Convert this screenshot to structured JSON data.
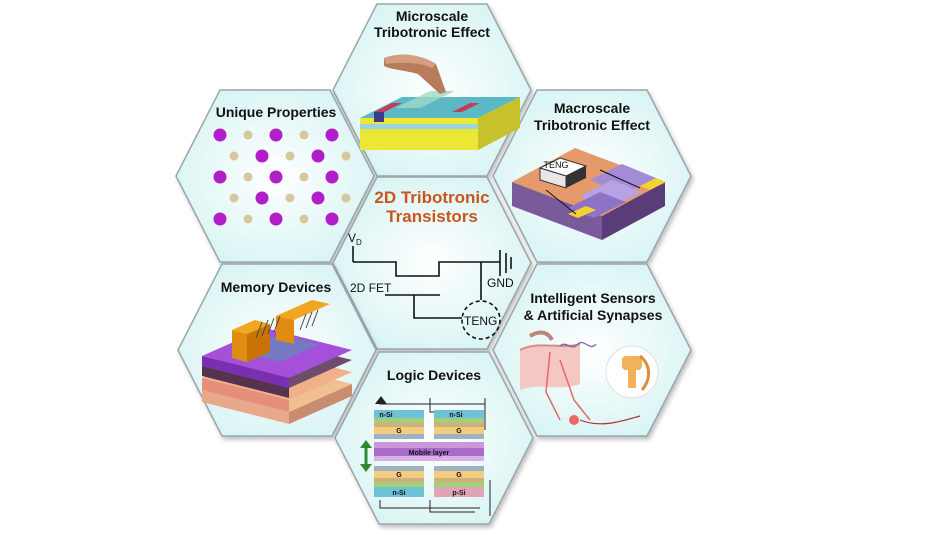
{
  "center": {
    "title_line1": "2D Tribotronic",
    "title_line2": "Transistors",
    "vd_label": "V",
    "vd_sub": "D",
    "gnd_label": "GND",
    "fet_label": "2D FET",
    "teng_label": "TENG"
  },
  "panels": {
    "microscale": {
      "line1": "Microscale",
      "line2": "Tribotronic Effect"
    },
    "macroscale": {
      "line1": "Macroscale",
      "line2": "Tribotronic Effect",
      "teng_block": "TENG"
    },
    "unique": {
      "line1": "Unique Properties"
    },
    "memory": {
      "line1": "Memory Devices"
    },
    "sensors": {
      "line1": "Intelligent Sensors",
      "line2": "& Artificial Synapses"
    },
    "logic": {
      "line1": "Logic Devices",
      "n_si_top_left": "n-Si",
      "n_si_top_right": "n-Si",
      "g_top_left": "G",
      "g_top_right": "G",
      "mobile_layer": "Mobile layer",
      "g_bottom_left": "G",
      "g_bottom_right": "G",
      "n_si_bottom": "n-Si",
      "p_si_bottom": "p-Si"
    }
  },
  "colors": {
    "hex_fill_outer": "#dff6f6",
    "hex_fill_inner": "#ffffff",
    "hex_stroke": "#9aa7aa",
    "accent_title": "#c8571e"
  }
}
